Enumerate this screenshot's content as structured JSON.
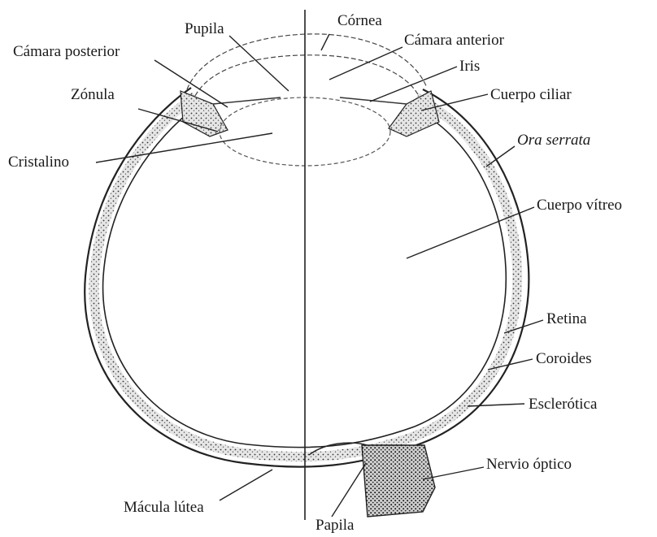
{
  "labels": {
    "cornea": "Córnea",
    "pupila_top": "Pupila",
    "camara_anterior": "Cámara anterior",
    "camara_posterior": "Cámara posterior",
    "iris": "Iris",
    "zonula": "Zónula",
    "cuerpo_ciliar": "Cuerpo ciliar",
    "cristalino": "Cristalino",
    "ora_serrata": "Ora serrata",
    "cuerpo_vitreo": "Cuerpo vítreo",
    "retina": "Retina",
    "coroides": "Coroides",
    "esclerotica": "Esclerótica",
    "nervio_optico": "Nervio óptico",
    "macula_lutea": "Mácula lútea",
    "papila_bottom": "Papila"
  }
}
